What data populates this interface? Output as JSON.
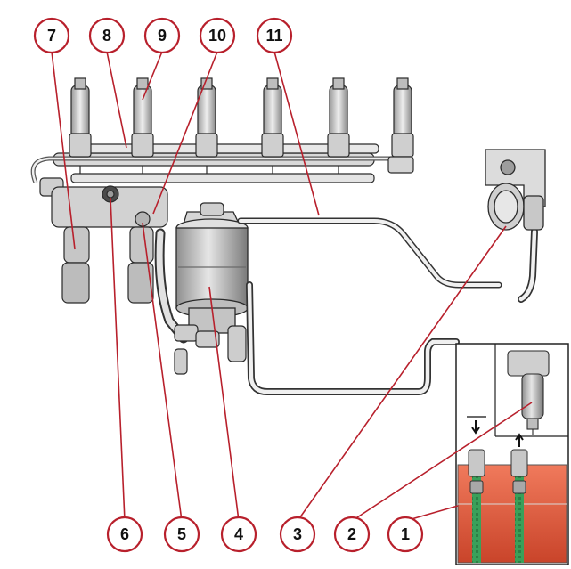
{
  "colors": {
    "callout": "#b8202c",
    "fuel": "#e2573a",
    "hose": "#3aa05a",
    "metal": "#d6d6d6",
    "outline": "#2a2a2a"
  },
  "callouts": [
    {
      "id": "1",
      "label": "1"
    },
    {
      "id": "2",
      "label": "2"
    },
    {
      "id": "3",
      "label": "3"
    },
    {
      "id": "4",
      "label": "4"
    },
    {
      "id": "5",
      "label": "5"
    },
    {
      "id": "6",
      "label": "6"
    },
    {
      "id": "7",
      "label": "7"
    },
    {
      "id": "8",
      "label": "8"
    },
    {
      "id": "9",
      "label": "9"
    },
    {
      "id": "10",
      "label": "10"
    },
    {
      "id": "11",
      "label": "11"
    }
  ]
}
